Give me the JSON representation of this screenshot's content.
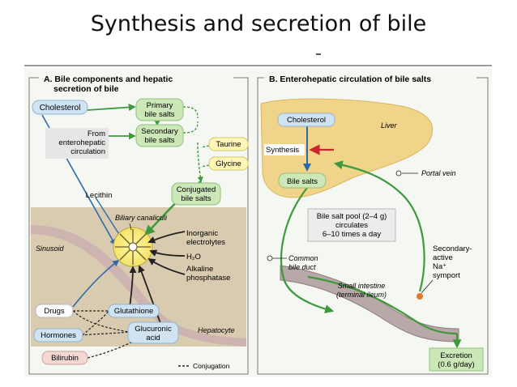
{
  "slide_title": "Synthesis and secretion of bile",
  "panel_a": {
    "title_line1": "A. Bile components and hepatic",
    "title_line2": "secretion of bile",
    "cholesterol": "Cholesterol",
    "primary_line1": "Primary",
    "primary_line2": "bile salts",
    "secondary_line1": "Secondary",
    "secondary_line2": "bile salts",
    "from_line1": "From",
    "from_line2": "enterohepatic",
    "from_line3": "circulation",
    "taurine": "Taurine",
    "glycine": "Glycine",
    "lecithin": "Lecithin",
    "conjugated_line1": "Conjugated",
    "conjugated_line2": "bile salts",
    "biliary_canaliculi": "Biliary canaliculi",
    "sinusoid": "Sinusoid",
    "inorganic_line1": "Inorganic",
    "inorganic_line2": "electrolytes",
    "water": "H₂O",
    "alkaline_line1": "Alkaline",
    "alkaline_line2": "phosphatase",
    "drugs": "Drugs",
    "glutathione": "Glutathione",
    "hormones": "Hormones",
    "glucuronic_line1": "Glucuronic",
    "glucuronic_line2": "acid",
    "hepatocyte": "Hepatocyte",
    "bilirubin": "Bilirubin",
    "conjugation_legend": "Conjugation"
  },
  "panel_b": {
    "title": "B. Enterohepatic circulation of bile salts",
    "cholesterol": "Cholesterol",
    "liver": "Liver",
    "synthesis": "Synthesis",
    "bile_salts": "Bile salts",
    "portal_vein": "Portal vein",
    "pool_line1": "Bile salt pool (2–4 g)",
    "pool_line2": "circulates",
    "pool_line3": "6–10 times a day",
    "common_line1": "Common",
    "common_line2": "bile duct",
    "secondary_line1": "Secondary-",
    "secondary_line2": "active",
    "secondary_line3": "Na⁺",
    "secondary_line4": "symport",
    "small_intestine_line1": "Small intestine",
    "small_intestine_line2": "(terminal ileum)",
    "excretion_line1": "Excretion",
    "excretion_line2": "(0.6 g/day)"
  },
  "colors": {
    "blue_box": "#cfe3f3",
    "green_box": "#cde8b8",
    "liver": "#f0d48a",
    "cell_bg": "#d9cbb0",
    "arrow_green": "#3c9a3c",
    "arrow_blue": "#2f6aa8",
    "synthesis_arrow": "#c8282a"
  }
}
